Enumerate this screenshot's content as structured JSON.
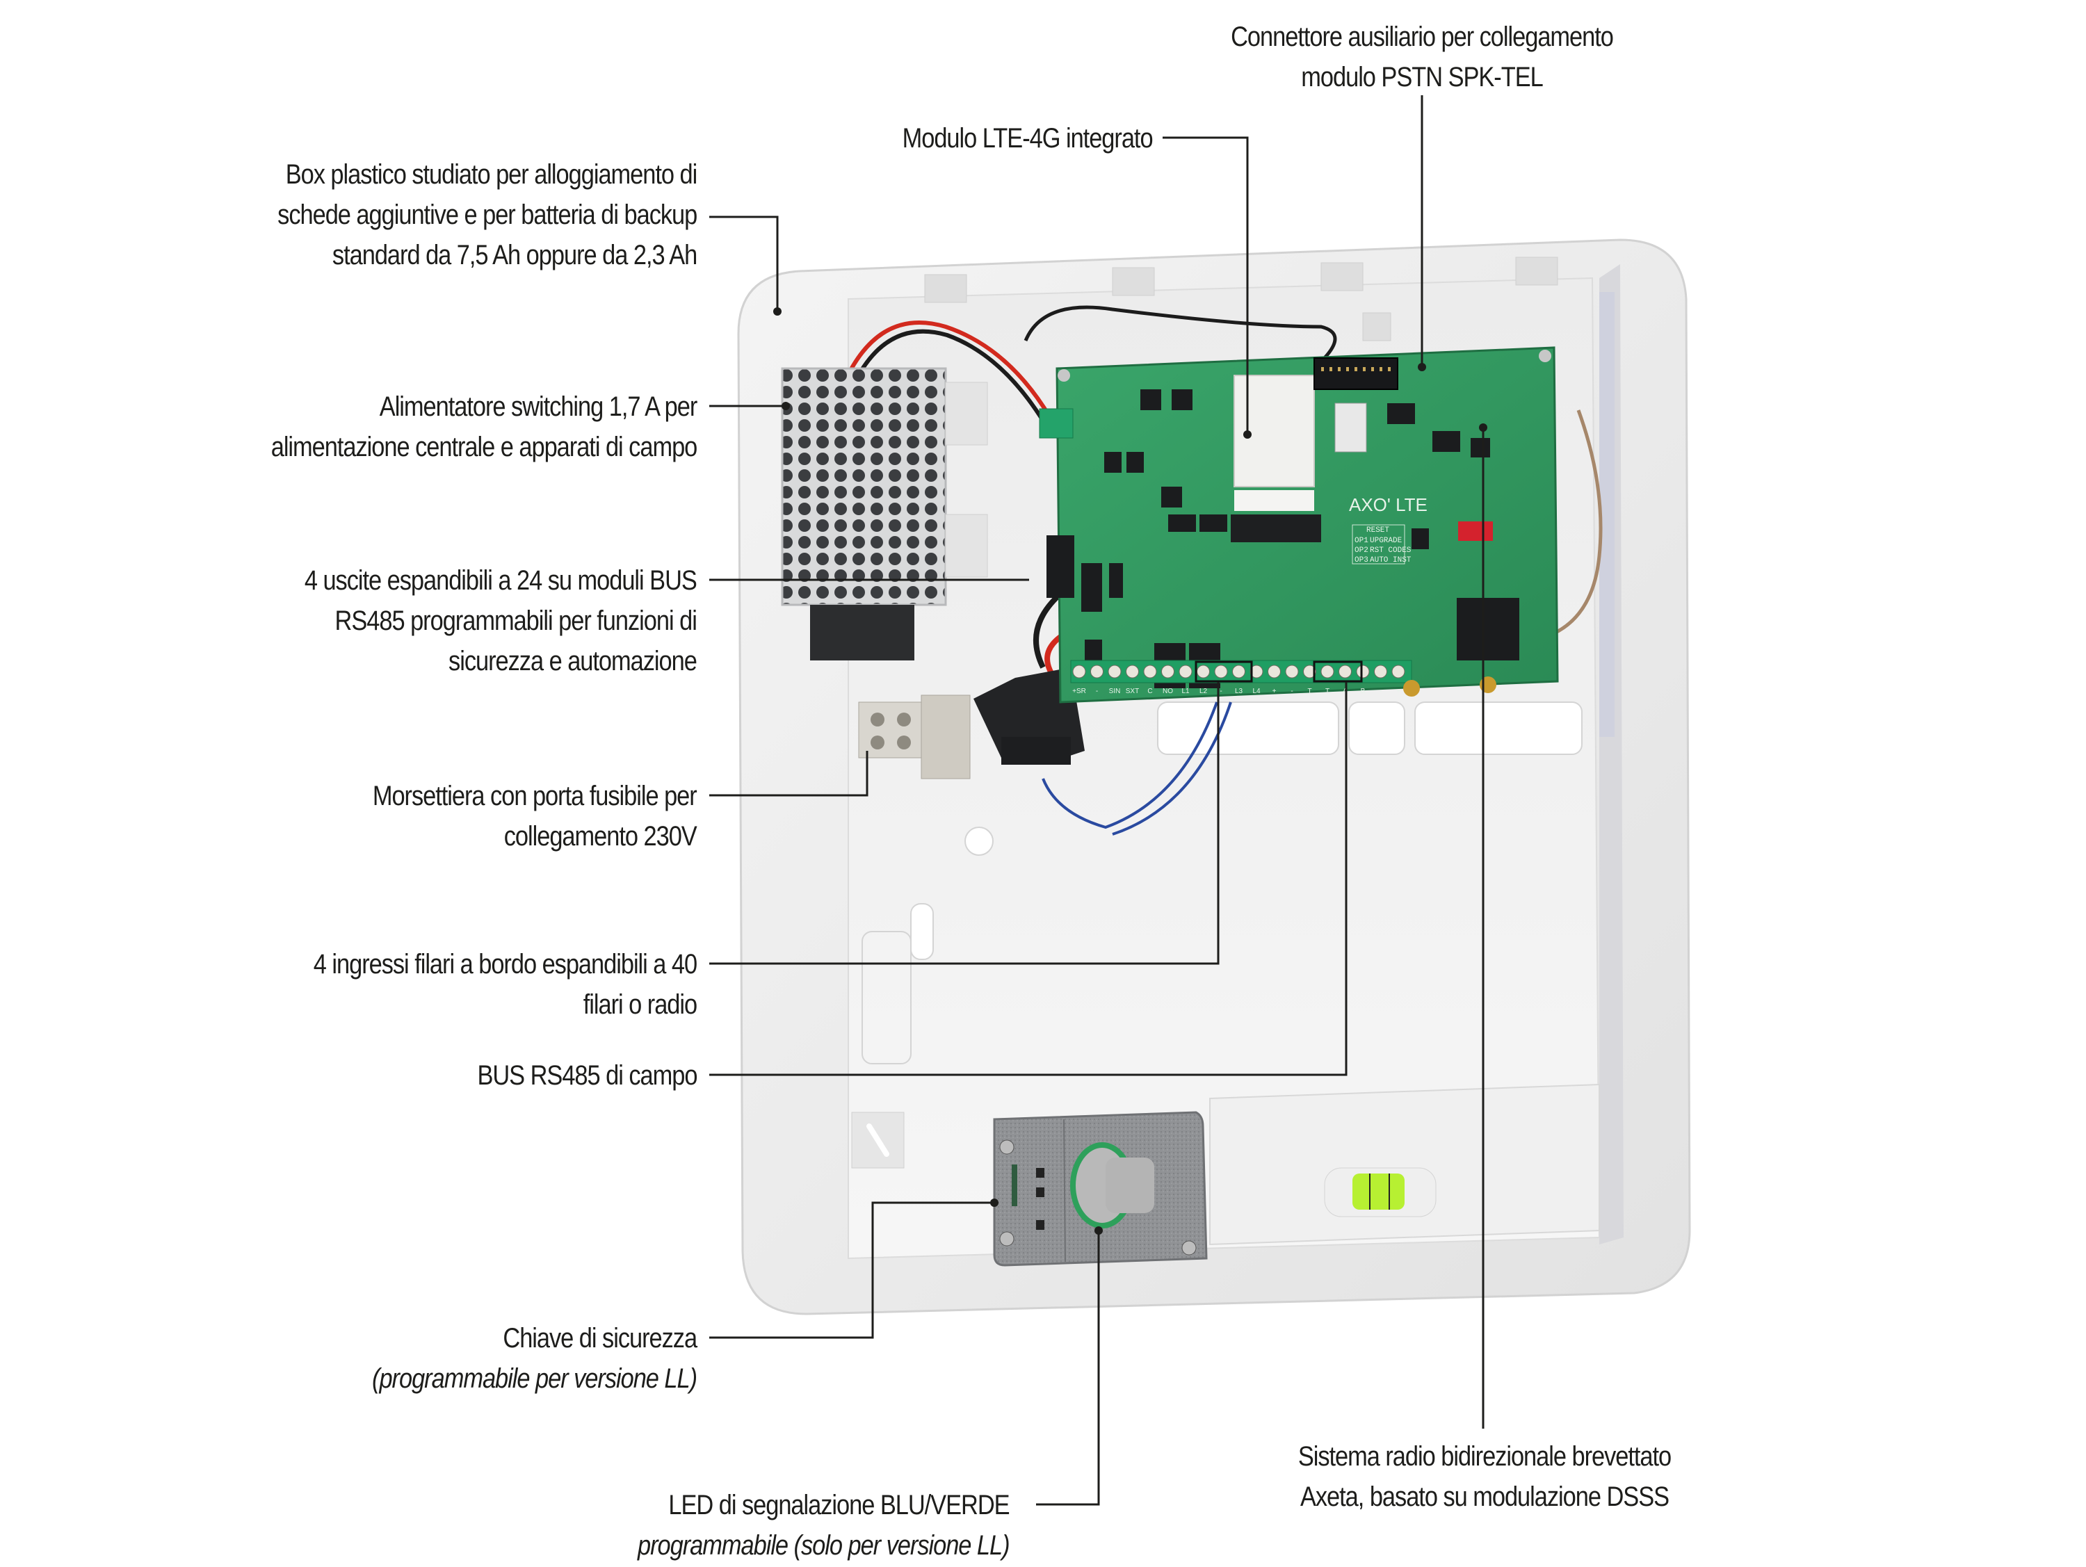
{
  "diagram": {
    "subject": "AXO' LTE control panel in plastic enclosure",
    "board_markings": {
      "model": "AXO' LTE",
      "reset_table": [
        {
          "op": "OP1",
          "function": "UPGRADE"
        },
        {
          "op": "OP2",
          "function": "RST CODES"
        },
        {
          "op": "OP3",
          "function": "AUTO INST"
        }
      ],
      "reset_header": "RESET",
      "terminals": [
        "+SR",
        "-",
        "SIN",
        "SXT",
        "C",
        "NO",
        "L1",
        "L2",
        "-",
        "L3",
        "L4",
        "+",
        "-",
        "T",
        "T",
        "A",
        "B",
        "-",
        "+"
      ]
    },
    "callouts": [
      {
        "id": "box",
        "lines": [
          "Box plastico studiato per alloggiamento di",
          "schede aggiuntive e per batteria di backup",
          "standard da 7,5 Ah oppure da 2,3 Ah"
        ]
      },
      {
        "id": "psu",
        "lines": [
          "Alimentatore  switching 1,7 A per",
          "alimentazione centrale e apparati di campo"
        ]
      },
      {
        "id": "outputs",
        "lines": [
          "4 uscite espandibili a 24 su moduli BUS",
          "RS485 programmabili per funzioni di",
          "sicurezza e automazione"
        ]
      },
      {
        "id": "mains",
        "lines": [
          "Morsettiera con porta fusibile per",
          "collegamento 230V"
        ]
      },
      {
        "id": "inputs",
        "lines": [
          "4 ingressi filari  a bordo espandibili a 40",
          "filari o radio"
        ]
      },
      {
        "id": "bus",
        "lines": [
          "BUS RS485 di campo"
        ]
      },
      {
        "id": "key",
        "lines": [
          "Chiave di sicurezza"
        ],
        "note": "(programmabile per versione LL)"
      },
      {
        "id": "led",
        "lines": [
          "LED di segnalazione BLU/VERDE"
        ],
        "note": "programmabile (solo per versione LL)"
      },
      {
        "id": "lte",
        "lines": [
          "Modulo LTE-4G integrato"
        ]
      },
      {
        "id": "pstn",
        "lines": [
          "Connettore ausiliario per collegamento",
          "modulo PSTN SPK-TEL"
        ]
      },
      {
        "id": "radio",
        "lines": [
          "Sistema radio bidirezionale brevettato",
          "Axeta, basato su modulazione DSSS"
        ]
      }
    ],
    "colors": {
      "text": "#1d1d1b",
      "pcb": "#2f9a5e",
      "enclosure": "#ececec",
      "terminal": "#1f9e63",
      "key_plate": "#8d8f92",
      "level_bubble": "#b7f032"
    }
  }
}
